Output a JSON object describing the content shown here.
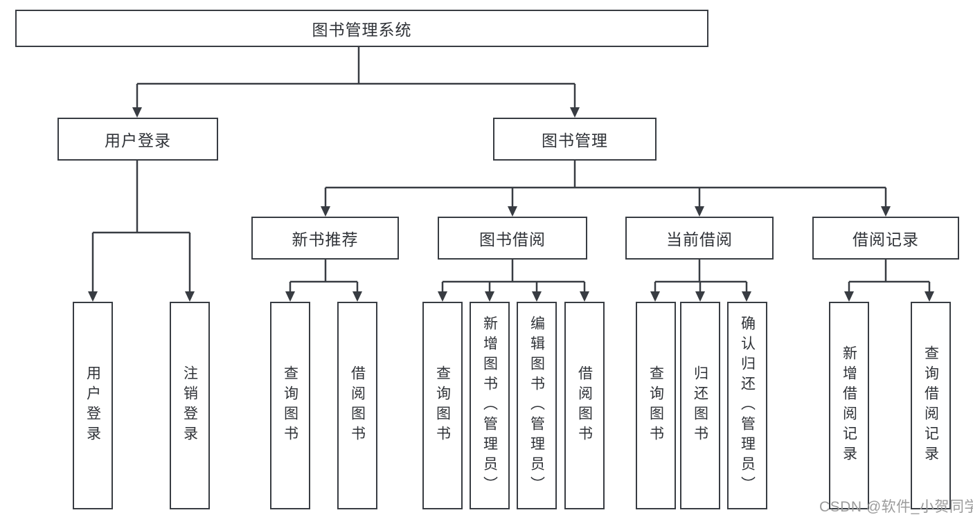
{
  "diagram": {
    "root": {
      "label": "图书管理系统"
    },
    "level2": {
      "user_login": {
        "label": "用户登录"
      },
      "book_management": {
        "label": "图书管理"
      }
    },
    "level3": {
      "new_book_recommend": {
        "label": "新书推荐"
      },
      "book_borrowing": {
        "label": "图书借阅"
      },
      "current_borrowing": {
        "label": "当前借阅"
      },
      "borrowing_records": {
        "label": "借阅记录"
      }
    },
    "leaves": {
      "user_login": {
        "label": "用户登录"
      },
      "logout": {
        "label": "注销登录"
      },
      "query_book_a": {
        "label": "查询图书"
      },
      "borrow_book_a": {
        "label": "借阅图书"
      },
      "query_book_b": {
        "label": "查询图书"
      },
      "add_book_admin": {
        "label": "新增图书（管理员）"
      },
      "edit_book_admin": {
        "label": "编辑图书（管理员）"
      },
      "borrow_book_b": {
        "label": "借阅图书"
      },
      "query_book_c": {
        "label": "查询图书"
      },
      "return_book": {
        "label": "归还图书"
      },
      "confirm_return_admin": {
        "label": "确认归还（管理员）"
      },
      "add_borrow_record": {
        "label": "新增借阅记录"
      },
      "query_borrow_record": {
        "label": "查询借阅记录"
      }
    }
  },
  "watermark": {
    "text": "CSDN @软件_小贺同学"
  },
  "colors": {
    "line": "#383c42",
    "text": "#2f3237",
    "background": "#ffffff",
    "watermark": "#9b9b9b"
  }
}
